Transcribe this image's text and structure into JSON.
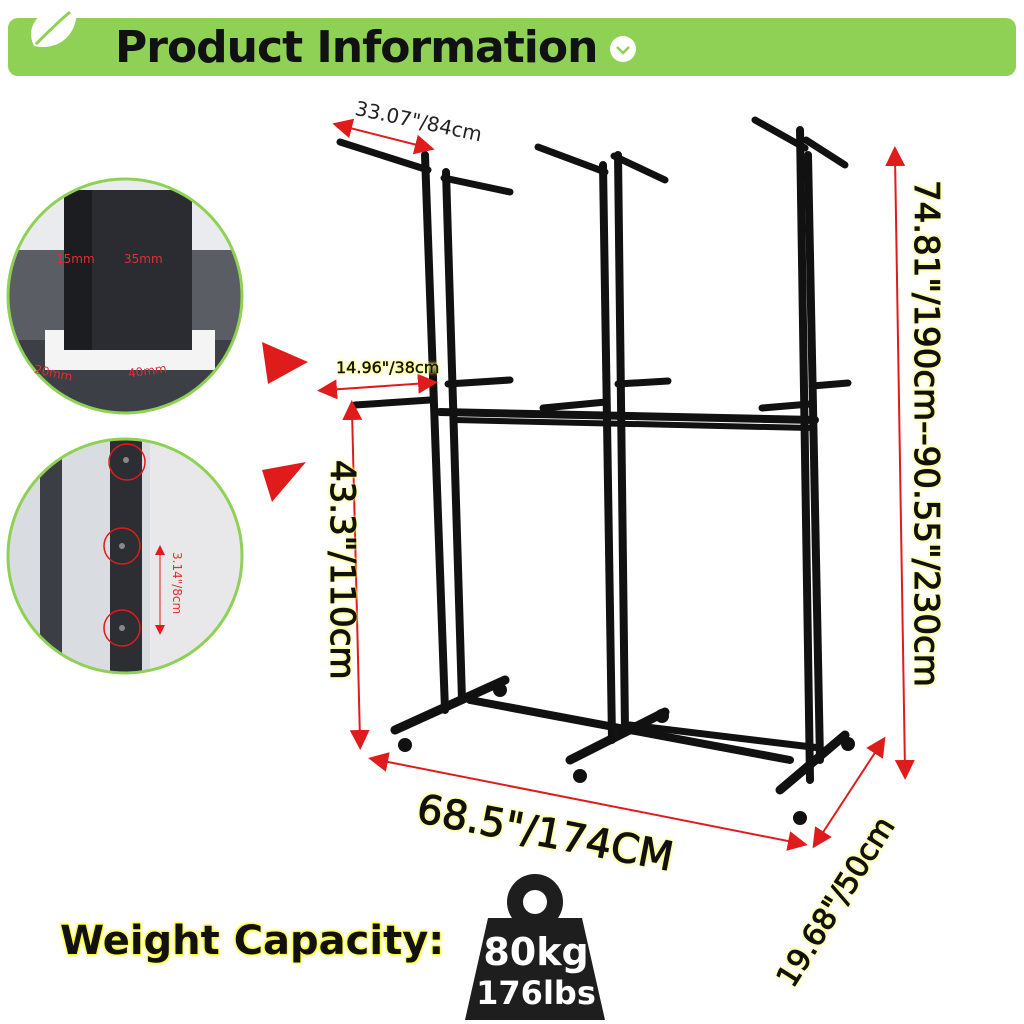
{
  "banner": {
    "title": "Product Information"
  },
  "dimensions": {
    "top_width": "33.07\"/84cm",
    "arm_length": "14.96\"/38cm",
    "lower_height": "43.3\"/110cm",
    "total_height": "74.81\"/190cm--90.55\"/230cm",
    "width": "68.5\"/174CM",
    "depth": "19.68\"/50cm"
  },
  "detail_tube": {
    "dim_a": "15mm",
    "dim_b": "35mm",
    "dim_c": "20mm",
    "dim_d": "40mm"
  },
  "detail_holes": {
    "spacing": "3.14\"/8cm"
  },
  "weight": {
    "label": "Weight Capacity:",
    "kg": "80kg",
    "lbs": "176lbs"
  },
  "colors": {
    "banner": "#8fd154",
    "circle_border": "#8fd154",
    "arrow": "#e01b1b",
    "rack": "#111111"
  }
}
